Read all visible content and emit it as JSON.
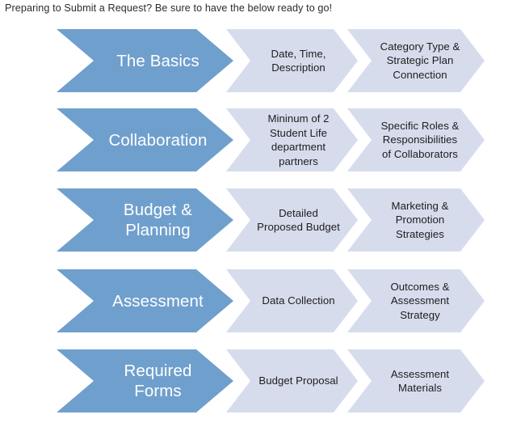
{
  "header": {
    "title": "Preparing to Submit a Request? Be sure to have the below ready to go!"
  },
  "colors": {
    "stage_fill": "#6f9fcd",
    "detail_fill": "#d7dced",
    "stage_text": "#ffffff",
    "detail_text": "#1d1d1d",
    "header_text": "#2b2b2b",
    "background": "#ffffff"
  },
  "diagram": {
    "type": "chevron-process-rows",
    "columns": [
      "Stage",
      "Detail 1",
      "Detail 2"
    ],
    "rows": [
      {
        "stage": "The Basics",
        "detail_1": "Date, Time,\nDescription",
        "detail_2": "Category Type &\nStrategic Plan\nConnection"
      },
      {
        "stage": "Collaboration",
        "detail_1": "Mininum of 2\nStudent Life\ndepartment\npartners",
        "detail_2": "Specific Roles &\nResponsibilities\nof Collaborators"
      },
      {
        "stage": "Budget &\nPlanning",
        "detail_1": "Detailed\nProposed Budget",
        "detail_2": "Marketing &\nPromotion\nStrategies"
      },
      {
        "stage": "Assessment",
        "detail_1": "Data Collection",
        "detail_2": "Outcomes &\nAssessment\nStrategy"
      },
      {
        "stage": "Required\nForms",
        "detail_1": "Budget Proposal",
        "detail_2": "Assessment\nMaterials"
      }
    ]
  }
}
